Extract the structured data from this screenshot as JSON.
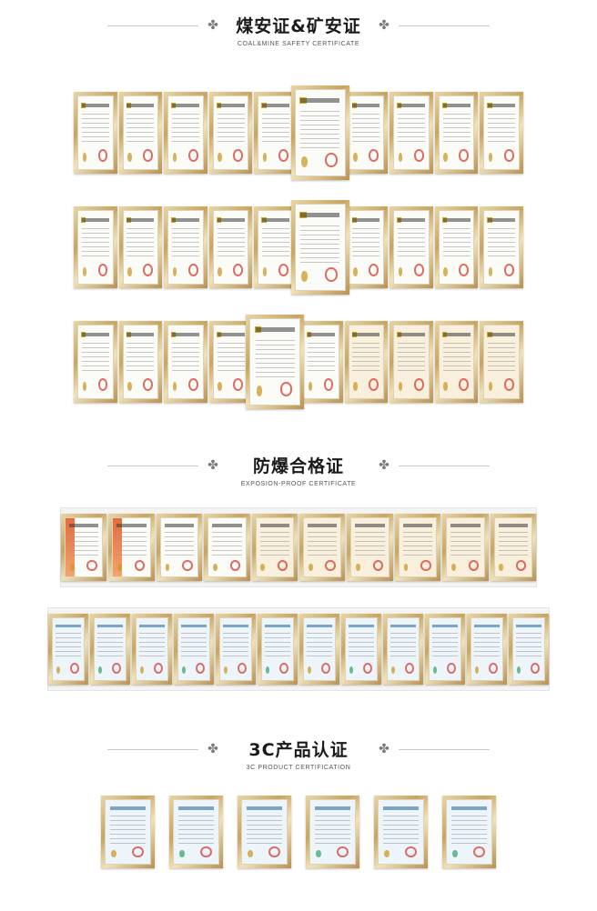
{
  "sections": [
    {
      "title": "煤安证&矿安证",
      "subtitle": "COAL&MINE SAFETY CERTIFICATE",
      "rows": [
        {
          "name": "coal-mine-row-1",
          "count": 10,
          "style": "white"
        },
        {
          "name": "coal-mine-row-2",
          "count": 10,
          "style": "white"
        },
        {
          "name": "coal-mine-row-3",
          "count": 10,
          "style": "white"
        }
      ]
    },
    {
      "title": "防爆合格证",
      "subtitle": "EXPOSION-PROOF CERTIFICATE",
      "rows": [
        {
          "name": "explosion-proof-row-1",
          "count": 10,
          "style": "mixed"
        },
        {
          "name": "explosion-proof-row-2",
          "count": 12,
          "style": "blue"
        }
      ]
    },
    {
      "title": "3C产品认证",
      "subtitle": "3C PRODUCT CERTIFICATION",
      "rows": [
        {
          "name": "ccc-row-1",
          "count": 6,
          "style": "blue"
        }
      ]
    }
  ],
  "ornament": "✤",
  "colors": {
    "frame_gold": "#c9a55e",
    "seal_red": "#d64a3f",
    "heading_text": "#1a1a1a"
  }
}
